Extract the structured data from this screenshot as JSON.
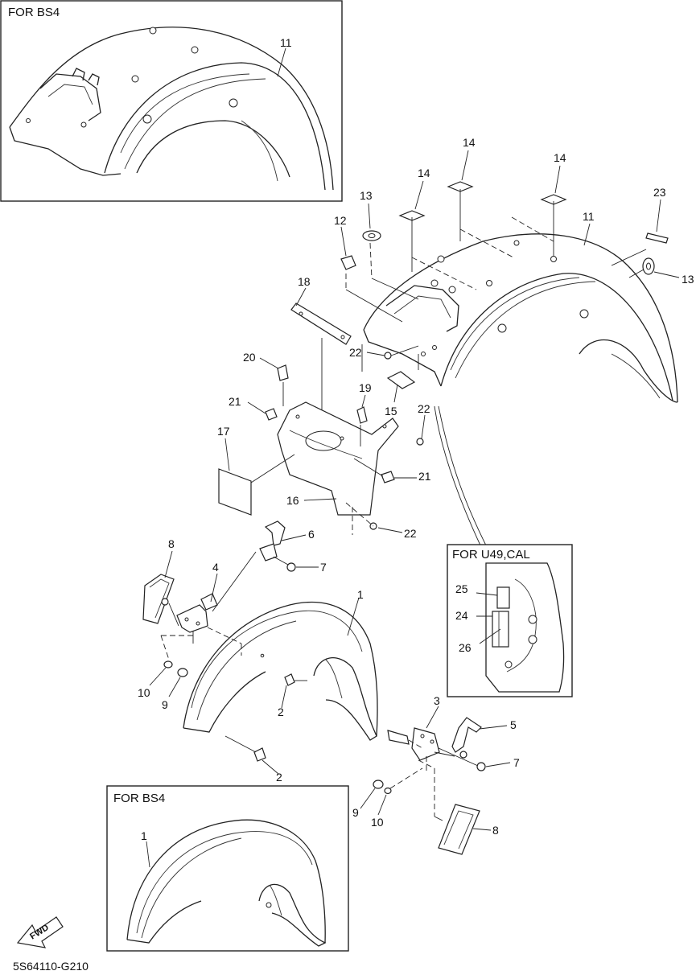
{
  "diagram": {
    "code": "5S64110-G210",
    "fwd_label": "FWD",
    "insets": {
      "rear_bs4": "FOR BS4",
      "front_bs4": "FOR BS4",
      "u49_cal": "FOR U49,CAL"
    },
    "callouts": {
      "c11_inset": "11",
      "c11": "11",
      "c12": "12",
      "c13a": "13",
      "c13b": "13",
      "c14a": "14",
      "c14b": "14",
      "c14c": "14",
      "c23": "23",
      "c18": "18",
      "c20": "20",
      "c22a": "22",
      "c22b": "22",
      "c22c": "22",
      "c19": "19",
      "c15": "15",
      "c21a": "21",
      "c21b": "21",
      "c17": "17",
      "c16": "16",
      "c6": "6",
      "c7a": "7",
      "c8a": "8",
      "c4": "4",
      "c1": "1",
      "c10a": "10",
      "c9a": "9",
      "c2a": "2",
      "c2b": "2",
      "c3": "3",
      "c5": "5",
      "c7b": "7",
      "c9b": "9",
      "c10b": "10",
      "c8b": "8",
      "c1_inset": "1",
      "c25": "25",
      "c24": "24",
      "c26": "26"
    }
  }
}
